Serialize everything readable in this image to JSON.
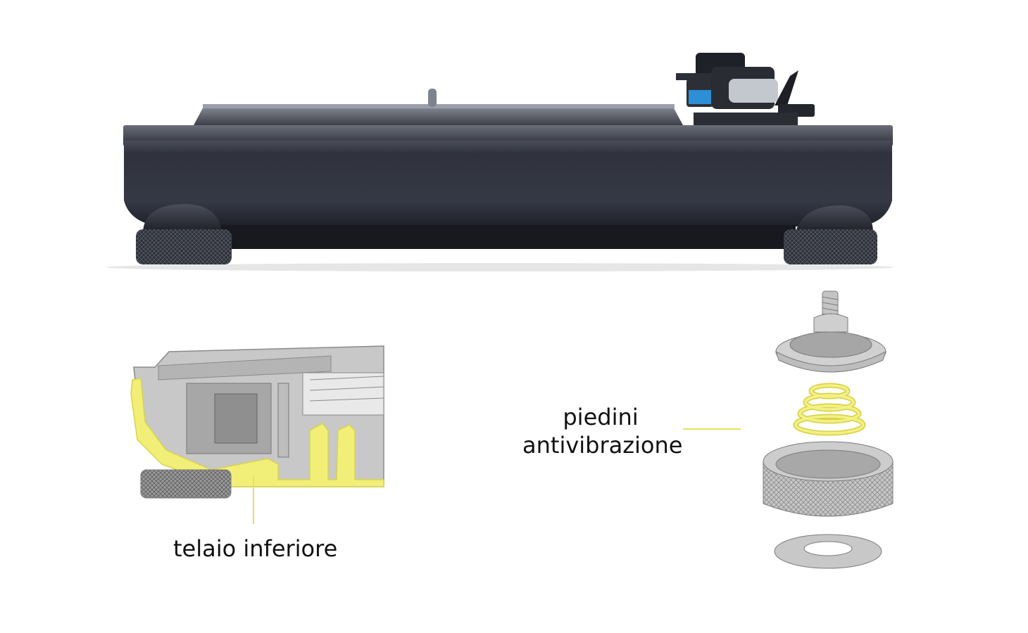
{
  "labels": {
    "lower_frame": "telaio inferiore",
    "feet_line1": "piedini",
    "feet_line2": "antivibrazione"
  },
  "colors": {
    "highlight_yellow": "#f2ef78",
    "highlight_outline": "#d9d34a",
    "leader_line": "#e8e15a",
    "body_dark": "#2b2e38",
    "section_gray": "#c9c9c9",
    "section_line": "#8a8a8a"
  },
  "icons": [
    "turntable-side-view",
    "lower-frame-cross-section",
    "foot-exploded-view"
  ]
}
